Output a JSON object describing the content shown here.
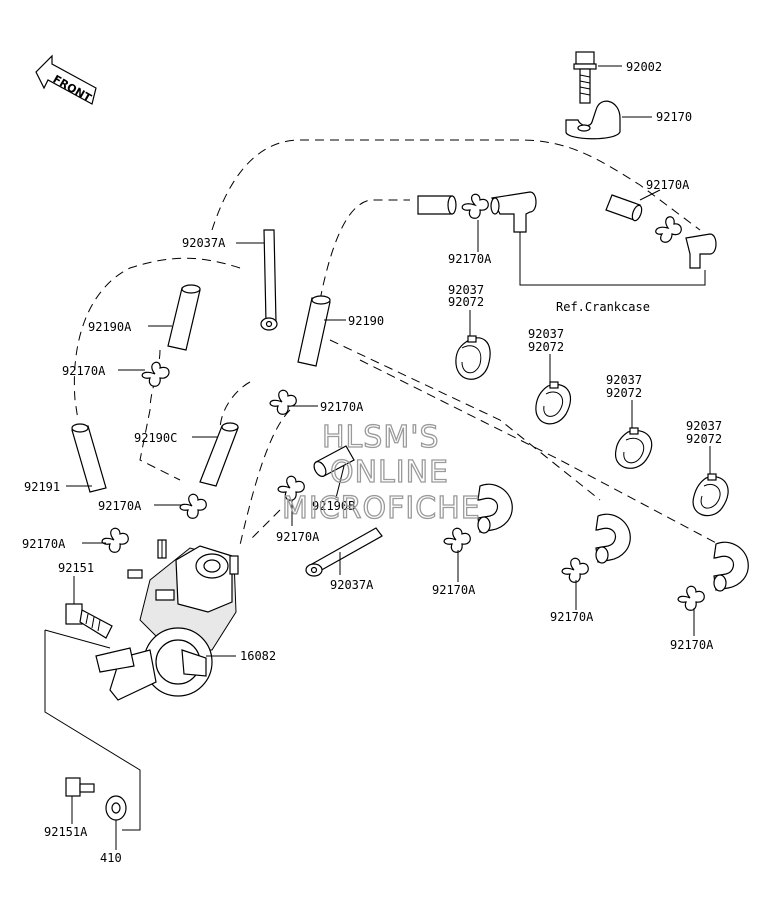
{
  "front_label": "FRONT",
  "ref_crankcase": "Ref.Crankcase",
  "watermark": [
    "HLSM'S",
    "ONLINE",
    "MICROFICHE"
  ],
  "labels": {
    "p92002": "92002",
    "p92170": "92170",
    "p92170A_top": "92170A",
    "p92037A_a": "92037A",
    "p92170A_mid": "92170A",
    "p92037_1": "92037",
    "p92072_1": "92072",
    "p92190A": "92190A",
    "p92190": "92190",
    "p92037_2": "92037",
    "p92072_2": "92072",
    "p92170A_left1": "92170A",
    "p92037_3": "92037",
    "p92072_3": "92072",
    "p92170A_c1": "92170A",
    "p92037_4": "92037",
    "p92072_4": "92072",
    "p92190C": "92190C",
    "p92191": "92191",
    "p92170A_left2": "92170A",
    "p92190B": "92190B",
    "p92170A_c2": "92170A",
    "p92170A_left3": "92170A",
    "p92151": "92151",
    "p92037A_b": "92037A",
    "p92170A_b1": "92170A",
    "p92170A_b2": "92170A",
    "p92170A_b3": "92170A",
    "p16082": "16082",
    "p92151A": "92151A",
    "p410": "410"
  }
}
